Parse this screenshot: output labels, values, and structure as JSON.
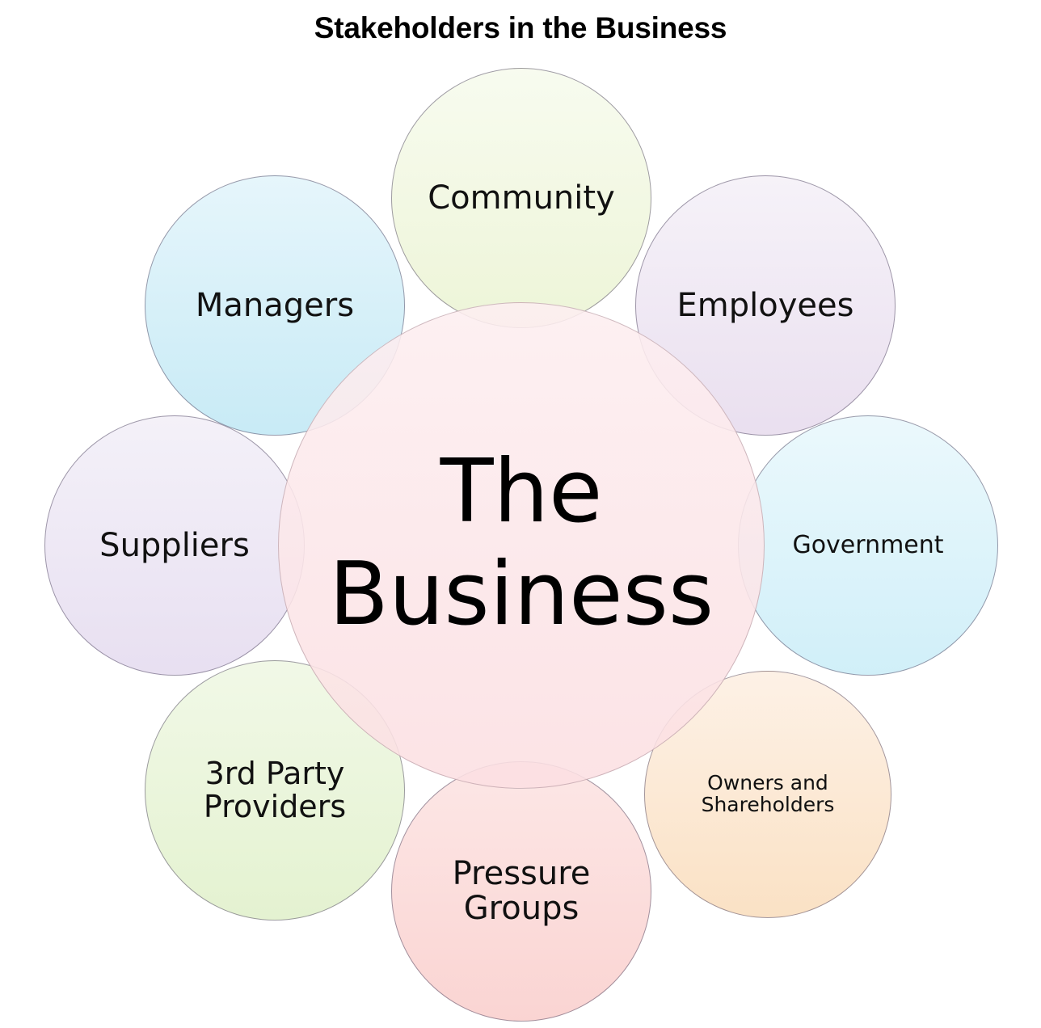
{
  "title": "Stakeholders in the Business",
  "diagram": {
    "type": "venn-cluster",
    "center": {
      "label": "The\nBusiness",
      "color": "#fbdfe2"
    },
    "stakeholders": [
      {
        "id": "community",
        "label": "Community",
        "color": "#ecf4d5",
        "position": "top"
      },
      {
        "id": "employees",
        "label": "Employees",
        "color": "#e8ddee",
        "position": "top-right"
      },
      {
        "id": "government",
        "label": "Government",
        "color": "#cdeef8",
        "position": "right"
      },
      {
        "id": "owners",
        "label": "Owners and\nShareholders",
        "color": "#fadfc0",
        "position": "bottom-right"
      },
      {
        "id": "pressure",
        "label": "Pressure\nGroups",
        "color": "#fad1cf",
        "position": "bottom"
      },
      {
        "id": "thirdparty",
        "label": "3rd Party\nProviders",
        "color": "#e2f1cd",
        "position": "bottom-left"
      },
      {
        "id": "suppliers",
        "label": "Suppliers",
        "color": "#e6ddf0",
        "position": "left"
      },
      {
        "id": "managers",
        "label": "Managers",
        "color": "#c4e9f5",
        "position": "top-left"
      }
    ]
  }
}
